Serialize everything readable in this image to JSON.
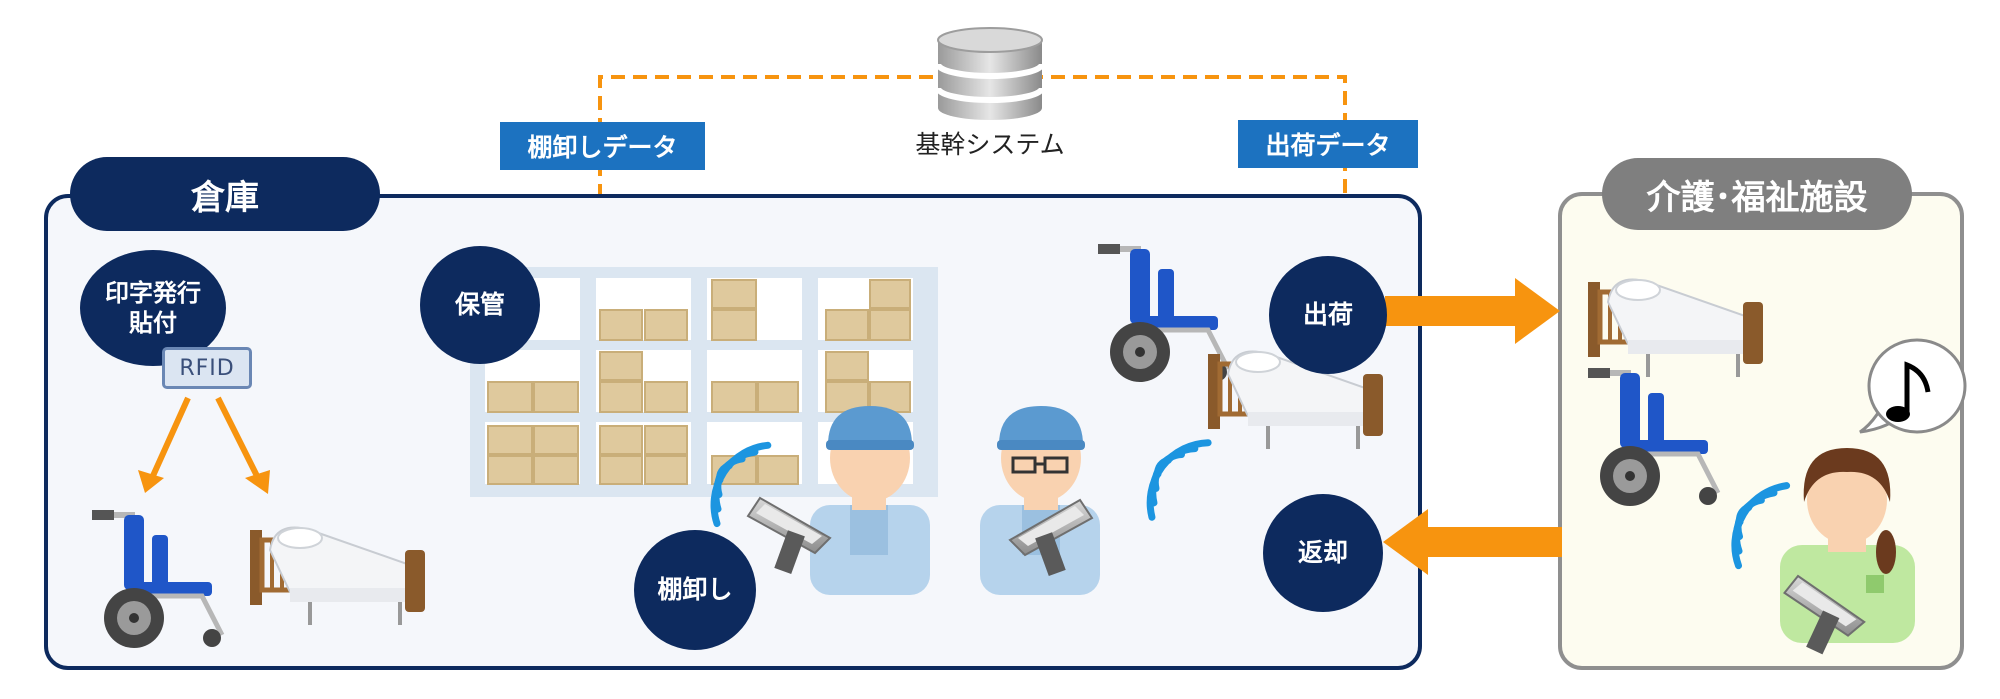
{
  "system": {
    "label": "基幹システム"
  },
  "tags": {
    "inventory_data": "棚卸しデータ",
    "shipping_data": "出荷データ"
  },
  "warehouse": {
    "title": "倉庫"
  },
  "facility": {
    "title": "介護･福祉施設"
  },
  "steps": {
    "print": "印字発行\n貼付",
    "storage": "保管",
    "inventory": "棚卸し",
    "ship": "出荷",
    "return": "返却"
  },
  "rfid_label": "RFID",
  "colors": {
    "navy": "#0d2a5e",
    "blue_tag": "#1c72c0",
    "orange": "#f7940f",
    "facility_bg": "#fdfcf0",
    "warehouse_bg": "#f5f7fb",
    "gray": "#7f7f7f"
  },
  "icons": {
    "database": "database-icon",
    "wheelchair": "wheelchair-icon",
    "bed": "care-bed-icon",
    "worker": "worker-icon",
    "scanner": "rfid-scanner-icon",
    "signal": "wireless-signal-icon",
    "music_note": "music-note-icon"
  }
}
